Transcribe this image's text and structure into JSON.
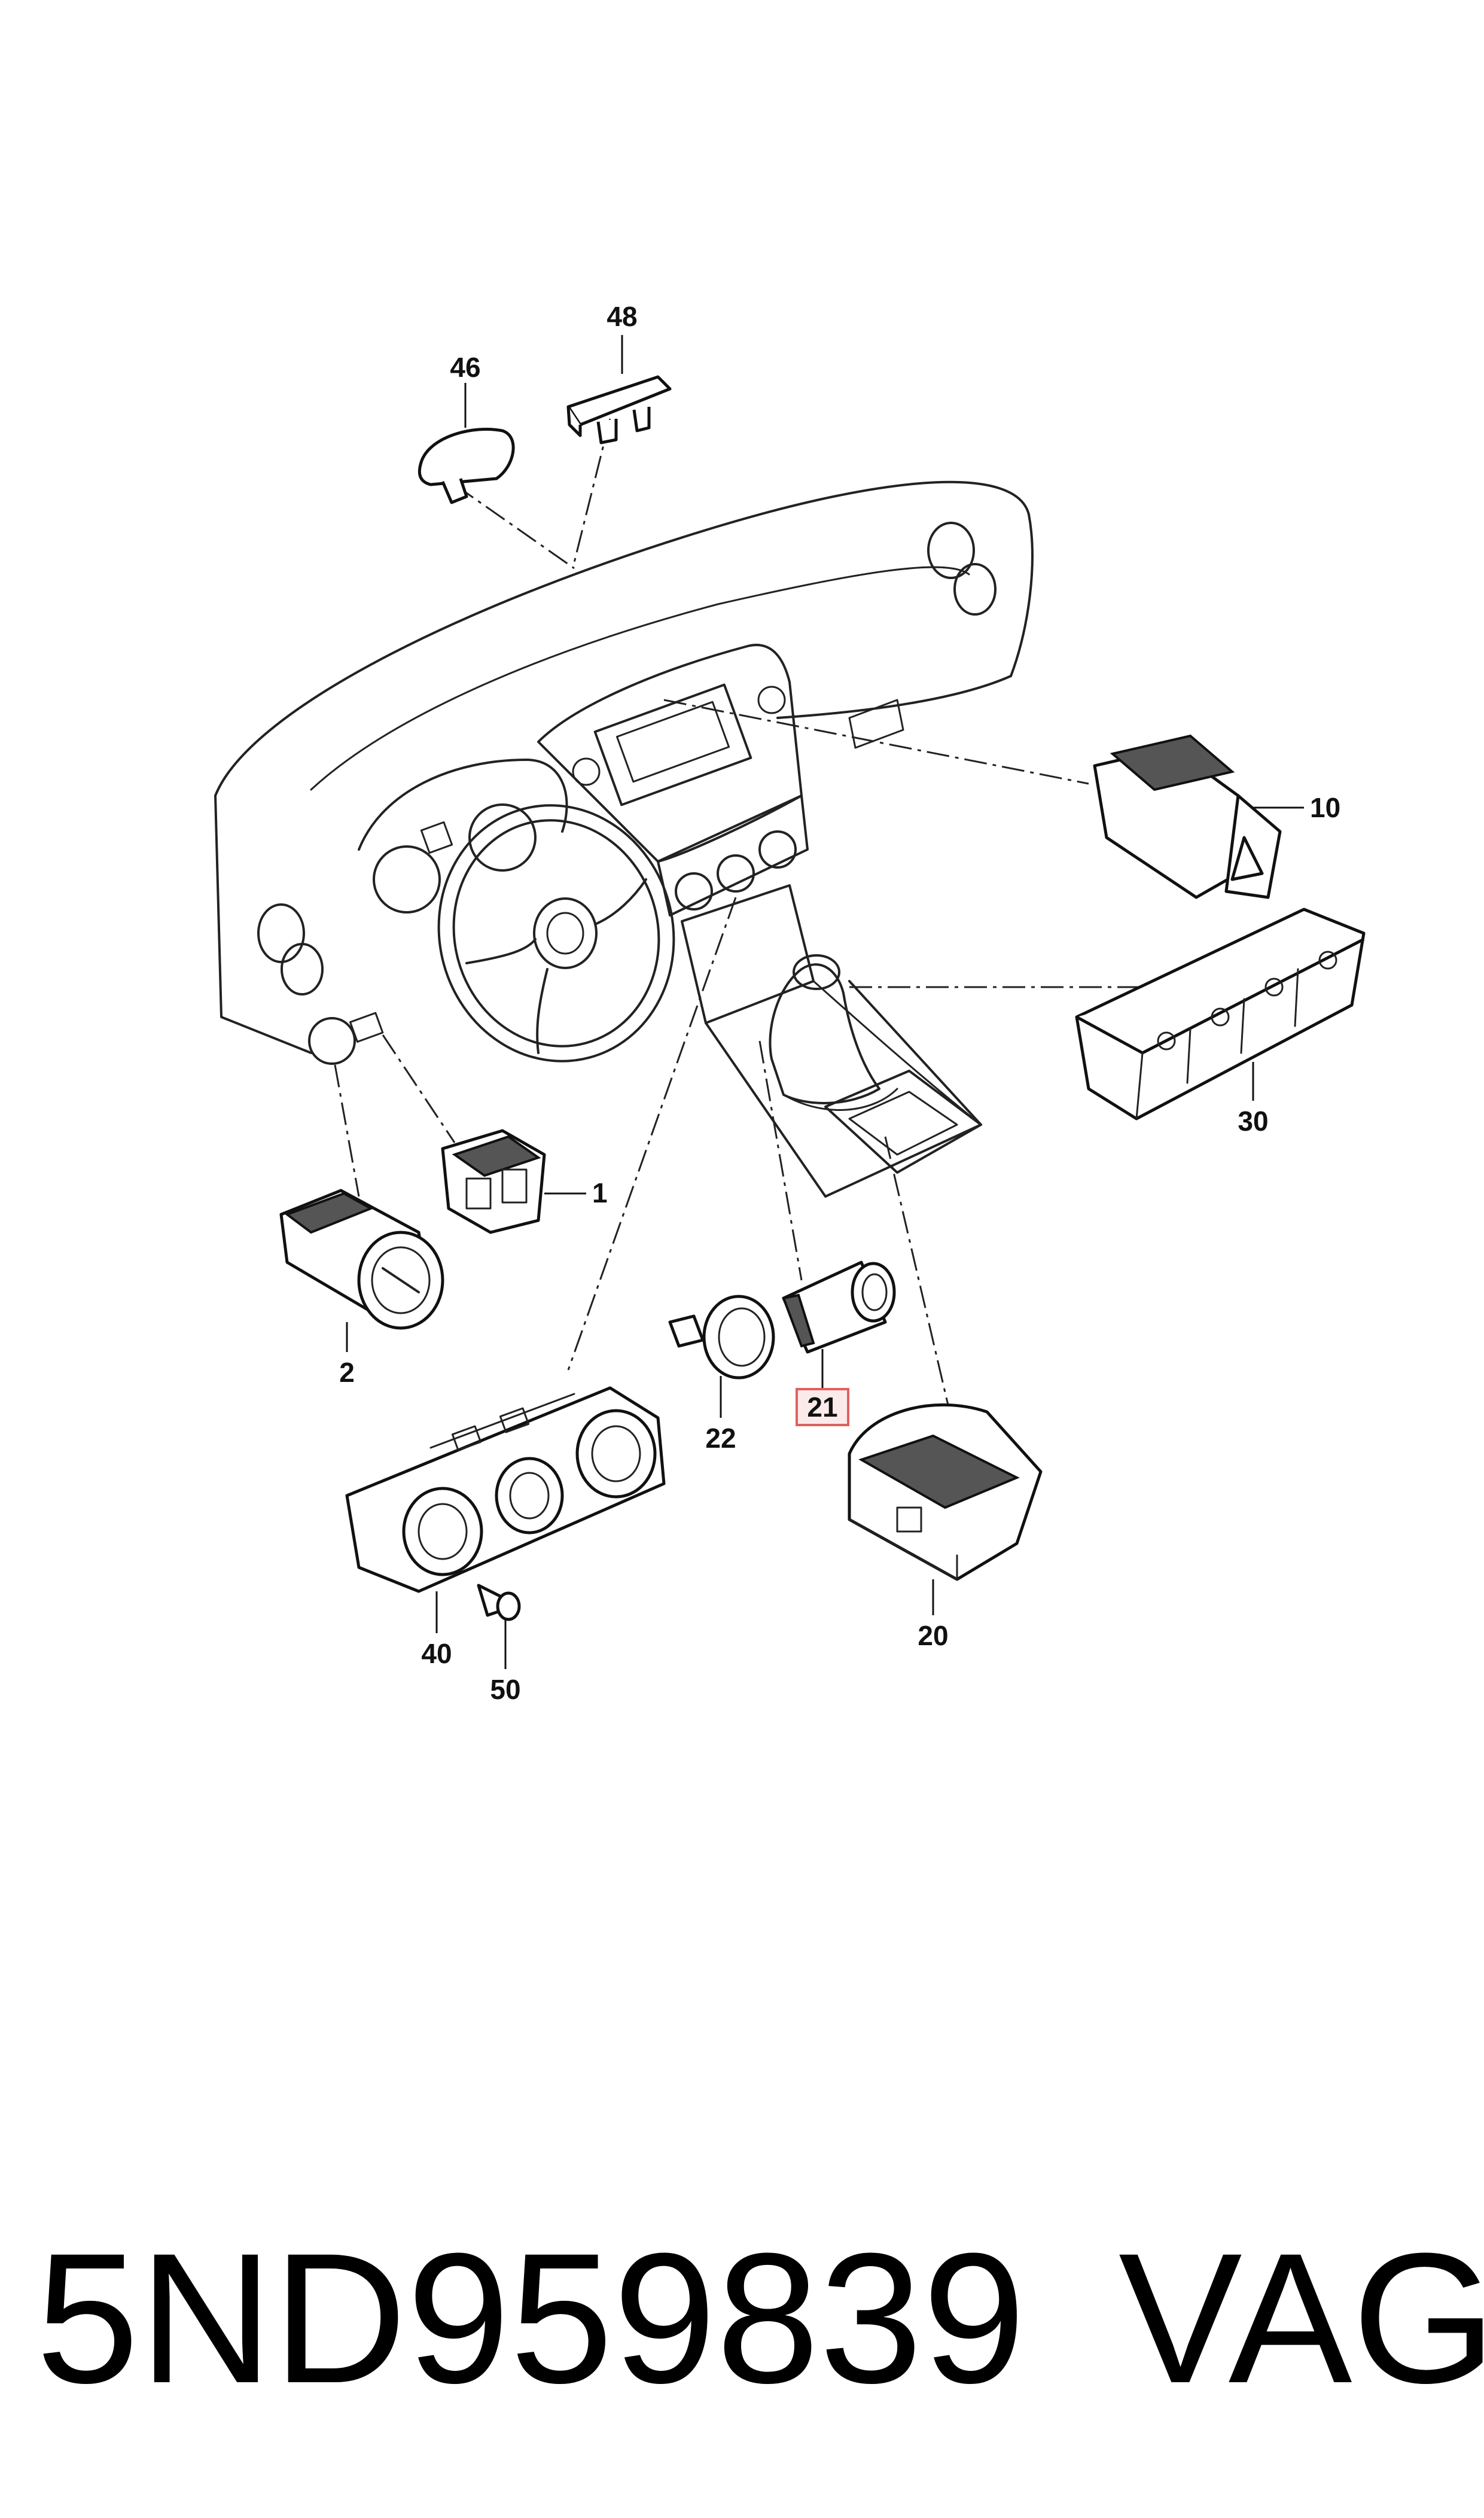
{
  "callouts": {
    "c46": "46",
    "c48": "48",
    "c10": "10",
    "c30": "30",
    "c1": "1",
    "c2": "2",
    "c22": "22",
    "c21": "21",
    "c20": "20",
    "c40": "40",
    "c50": "50"
  },
  "highlight": {
    "callout": "21",
    "color": "#e06060"
  },
  "footer": {
    "part_number": "5ND959839",
    "brand": "VAG"
  }
}
